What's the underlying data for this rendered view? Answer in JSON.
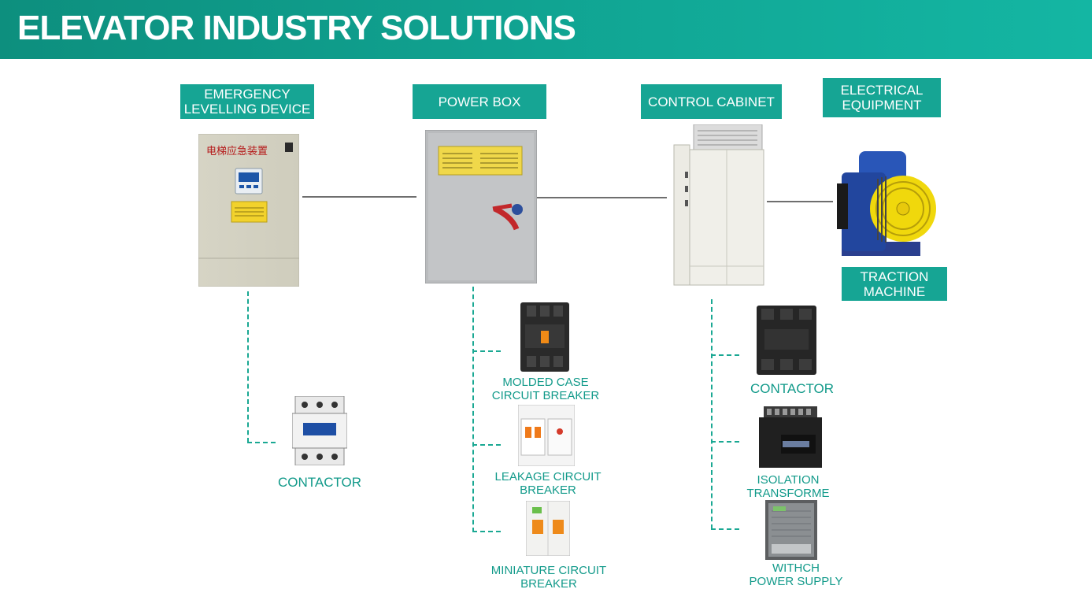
{
  "header": {
    "title": "ELEVATOR INDUSTRY SOLUTIONS"
  },
  "main_labels": {
    "emergency": "EMERGENCY\nLEVELLING DEVICE",
    "power_box": "POWER BOX",
    "control_cabinet": "CONTROL CABINET",
    "electrical_equipment": "ELECTRICAL\nEQUIPMENT",
    "traction_machine": "TRACTION\nMACHINE"
  },
  "emergency_device": {
    "panel_text": "电梯应急装置"
  },
  "components": {
    "emergency_contactor": "CONTACTOR",
    "molded_case": "MOLDED CASE\nCIRCUIT BREAKER",
    "leakage": "LEAKAGE CIRCUIT\nBREAKER",
    "miniature": "MINIATURE CIRCUIT\nBREAKER",
    "cabinet_contactor": "CONTACTOR",
    "isolation": "ISOLATION\nTRANSFORME",
    "power_supply": "WITHCH\nPOWER SUPPLY"
  },
  "colors": {
    "accent": "#16a594",
    "label_text": "#129a8a",
    "connector": "#6e6e6e"
  }
}
